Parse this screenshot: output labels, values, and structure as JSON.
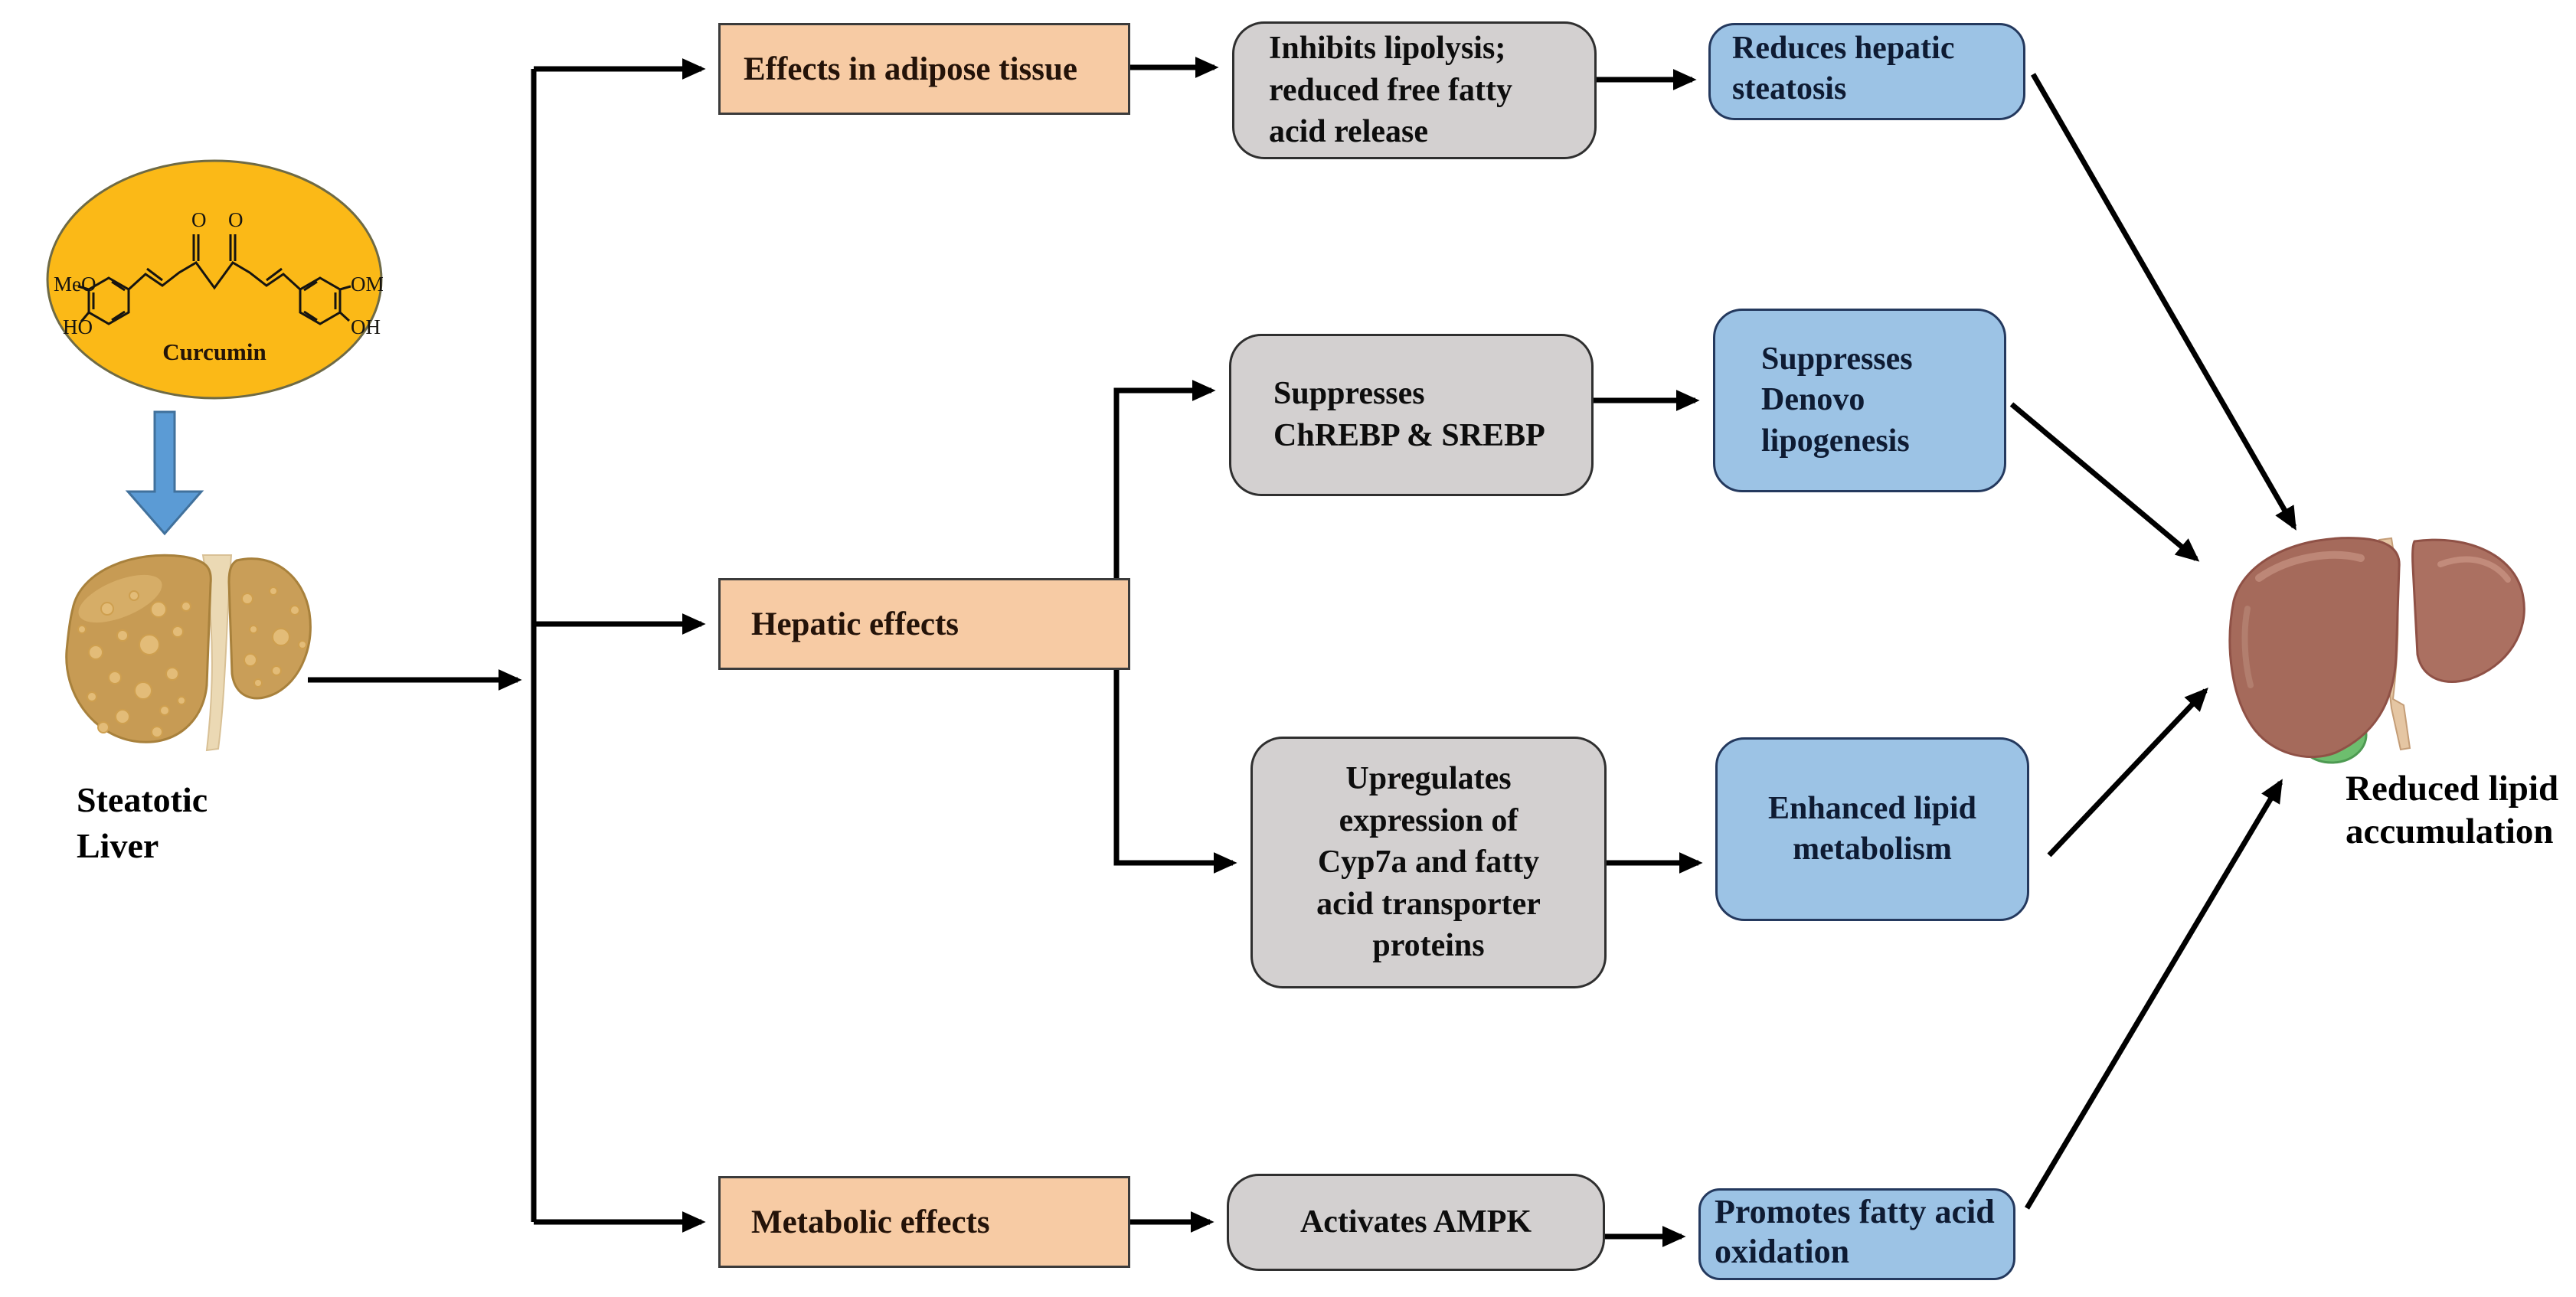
{
  "colors": {
    "category_fill": "#F7CBA4",
    "mechanism_fill": "#D3D0D0",
    "outcome_fill": "#9CC3E5",
    "outcome_border": "#24395E",
    "curcumin_bubble_fill": "#FBB917",
    "down_arrow_fill": "#5B9BD5",
    "connector": "#000000"
  },
  "curcumin": {
    "name": "Curcumin",
    "top_left_group": "MeO",
    "bottom_left_group": "HO",
    "top_right_group": "OMe",
    "bottom_right_group": "OH",
    "left_carbonyl": "O",
    "right_carbonyl": "O"
  },
  "source": {
    "label_line1": "Steatotic",
    "label_line2": "Liver"
  },
  "result": {
    "label_line1": "Reduced lipid",
    "label_line2": "accumulation"
  },
  "branches": {
    "adipose": {
      "category": "Effects in adipose tissue",
      "mechanism": {
        "line1": "Inhibits lipolysis;",
        "line2": "reduced free fatty",
        "line3": "acid release"
      },
      "outcome": {
        "line1": "Reduces hepatic",
        "line2": "steatosis"
      }
    },
    "hepatic": {
      "category": "Hepatic effects",
      "mechanism1": {
        "line1": "Suppresses",
        "line2": "ChREBP & SREBP"
      },
      "outcome1": {
        "line1": "Suppresses",
        "line2": "Denovo",
        "line3": "lipogenesis"
      },
      "mechanism2": {
        "line1": "Upregulates",
        "line2": "expression of",
        "line3": "Cyp7a and fatty",
        "line4": "acid transporter",
        "line5": "proteins"
      },
      "outcome2": {
        "line1": "Enhanced lipid",
        "line2": "metabolism"
      }
    },
    "metabolic": {
      "category": "Metabolic effects",
      "mechanism": {
        "line1": "Activates AMPK"
      },
      "outcome": {
        "line1": "Promotes fatty acid",
        "line2": "oxidation"
      }
    }
  }
}
